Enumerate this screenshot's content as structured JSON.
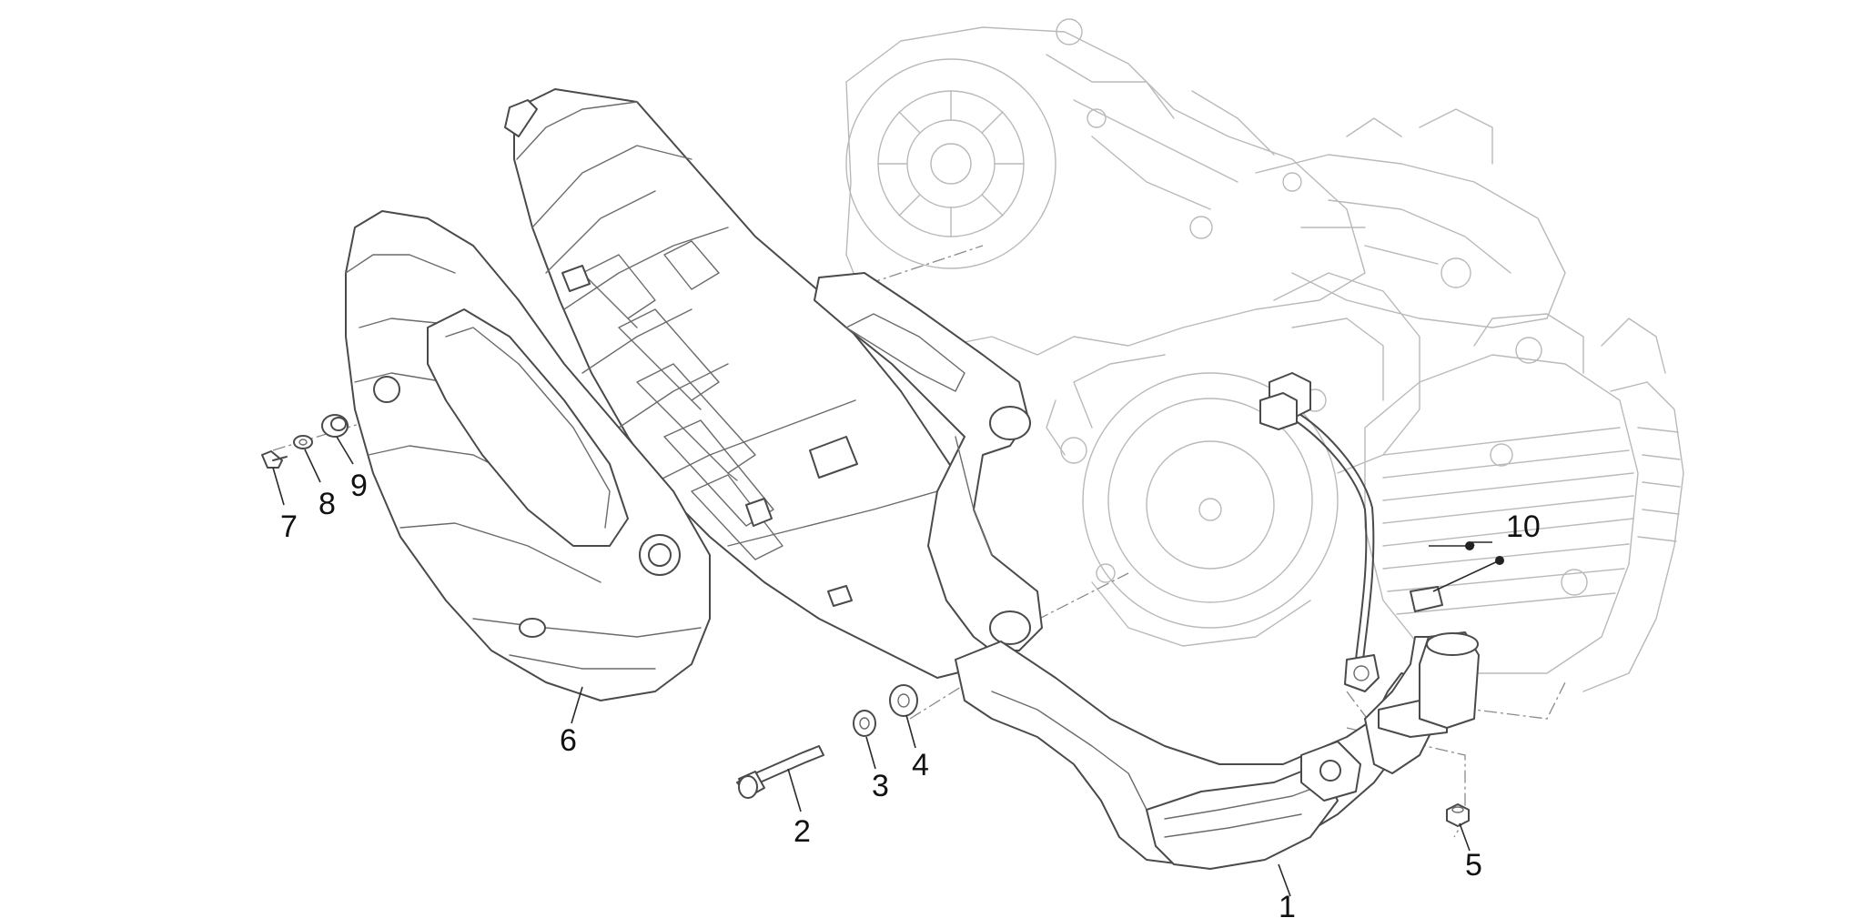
{
  "callouts": [
    {
      "id": "1",
      "label": "1"
    },
    {
      "id": "2",
      "label": "2"
    },
    {
      "id": "3",
      "label": "3"
    },
    {
      "id": "4",
      "label": "4"
    },
    {
      "id": "5",
      "label": "5"
    },
    {
      "id": "6",
      "label": "6"
    },
    {
      "id": "7",
      "label": "7"
    },
    {
      "id": "8",
      "label": "8"
    },
    {
      "id": "9",
      "label": "9"
    },
    {
      "id": "10",
      "label": "10"
    }
  ],
  "colors": {
    "line": "#4a4a4a",
    "faint": "#b9b9b9",
    "text": "#111111",
    "background": "#ffffff"
  }
}
